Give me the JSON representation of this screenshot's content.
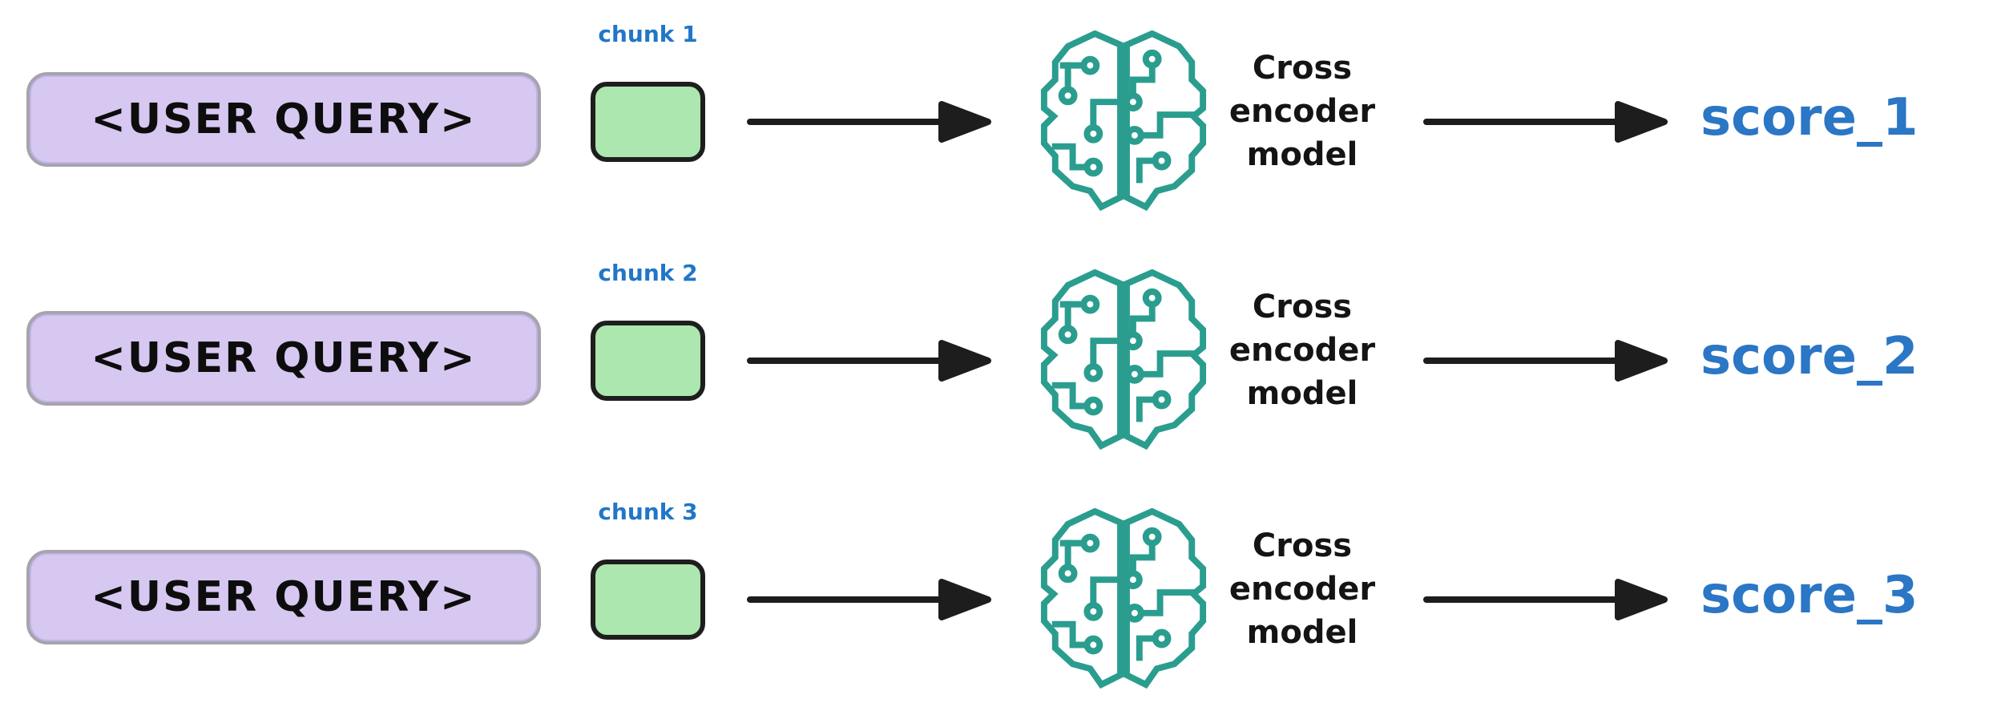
{
  "diagram": {
    "title": "Cross encoder reranking diagram",
    "background_color": "#ffffff",
    "colors": {
      "query_fill": "#d7c8f2",
      "query_border": "#a5a4ac",
      "chunk_fill": "#abe7ae",
      "chunk_border": "#1e1e1e",
      "chunk_label_blue": "#2176c7",
      "score_blue": "#2b76c5",
      "brain_teal": "#2a9d8f",
      "arrow_black": "#1d1d1d",
      "query_text_black": "#0d0d0d"
    },
    "icons": {
      "brain": "brain-circuit-icon",
      "arrow": "right-arrow-icon"
    },
    "rows": [
      {
        "query_label": "<USER QUERY>",
        "chunk_label": "chunk 1",
        "model_label": "Cross encoder model",
        "score_label": "score_1"
      },
      {
        "query_label": "<USER QUERY>",
        "chunk_label": "chunk 2",
        "model_label": "Cross encoder model",
        "score_label": "score_2"
      },
      {
        "query_label": "<USER QUERY>",
        "chunk_label": "chunk 3",
        "model_label": "Cross encoder model",
        "score_label": "score_3"
      }
    ]
  }
}
